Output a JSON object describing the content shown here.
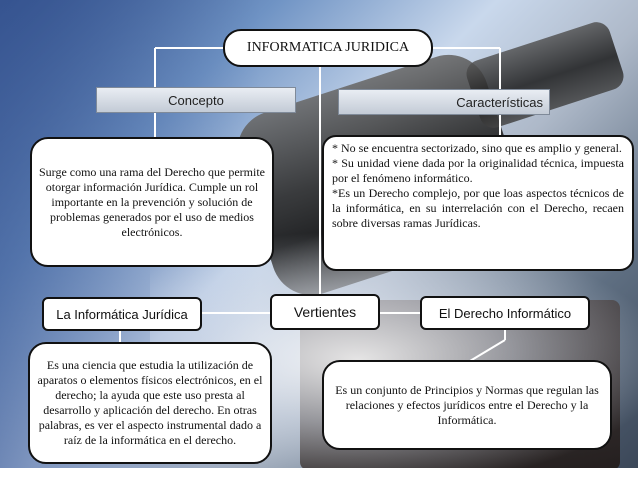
{
  "title": "INFORMATICA JURIDICA",
  "concepto": {
    "label": "Concepto",
    "text": "Surge como una rama del Derecho que permite otorgar información Jurídica. Cumple un rol importante en la prevención y solución de problemas generados por el uso de medios electrónicos."
  },
  "caracteristicas": {
    "label": "Características",
    "items": [
      "* No se encuentra sectorizado, sino que es amplio y general.",
      "* Su unidad viene dada por la originalidad técnica, impuesta por el fenómeno informático.",
      "*Es un Derecho complejo, por que loas aspectos técnicos de la informática, en su interrelación con el Derecho, recaen sobre diversas ramas Jurídicas."
    ]
  },
  "vertientes": {
    "label": "Vertientes",
    "juridica": {
      "label": "La Informática Jurídica",
      "text": "Es una ciencia que estudia la utilización de aparatos o elementos físicos electrónicos, en el derecho; la ayuda que este uso presta al desarrollo y aplicación del derecho. En otras palabras, es ver el aspecto instrumental dado a raíz de la informática en el derecho."
    },
    "derecho": {
      "label": "El Derecho Informático",
      "text": "Es un conjunto de Principios y Normas que regulan las relaciones y efectos jurídicos entre el Derecho y la Informática."
    }
  }
}
